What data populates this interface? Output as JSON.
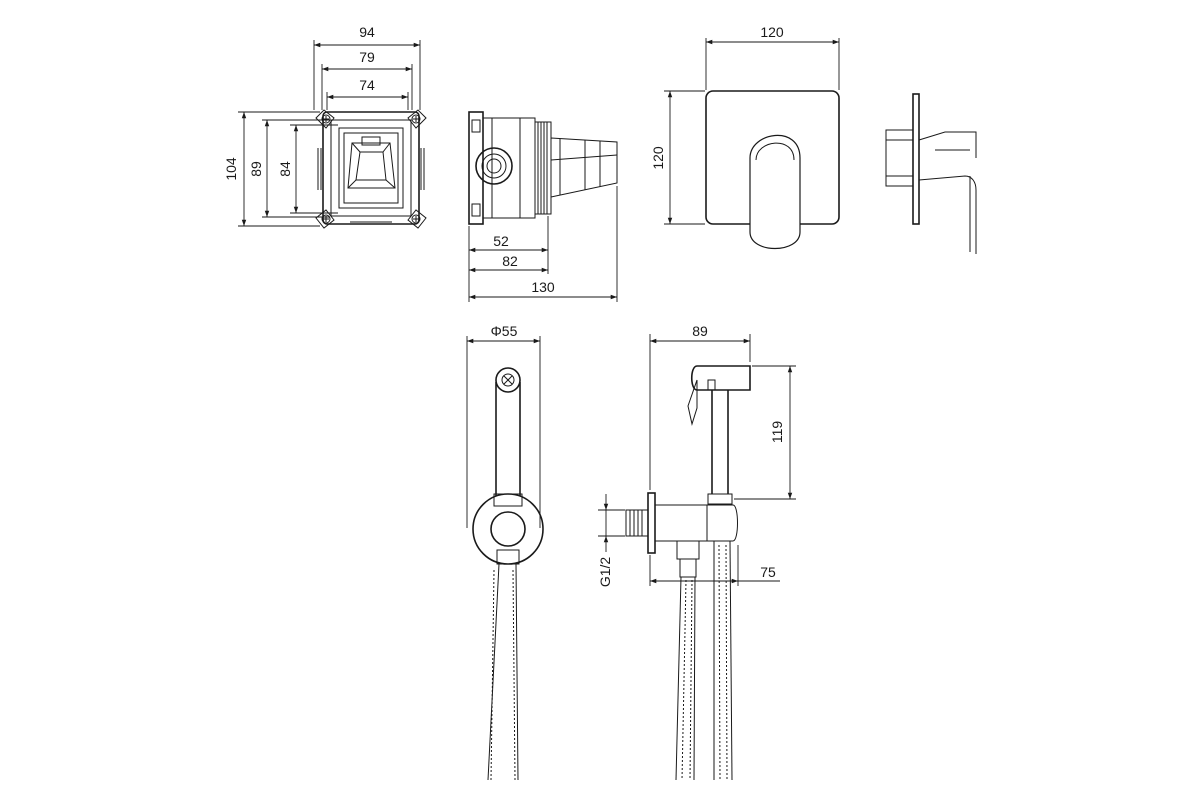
{
  "dimensions": {
    "box_width_outer": "94",
    "box_width_mid": "79",
    "box_width_inner": "74",
    "box_height_outer": "104",
    "box_height_mid": "89",
    "box_height_inner": "84",
    "side_depth_52": "52",
    "side_depth_82": "82",
    "side_depth_130": "130",
    "plate_width": "120",
    "plate_height": "120",
    "handle_diameter": "Φ55",
    "sprayer_width": "89",
    "sprayer_height": "119",
    "thread": "G1/2",
    "outlet_depth": "75"
  },
  "colors": {
    "line": "#1a1a1a",
    "background": "#ffffff"
  }
}
